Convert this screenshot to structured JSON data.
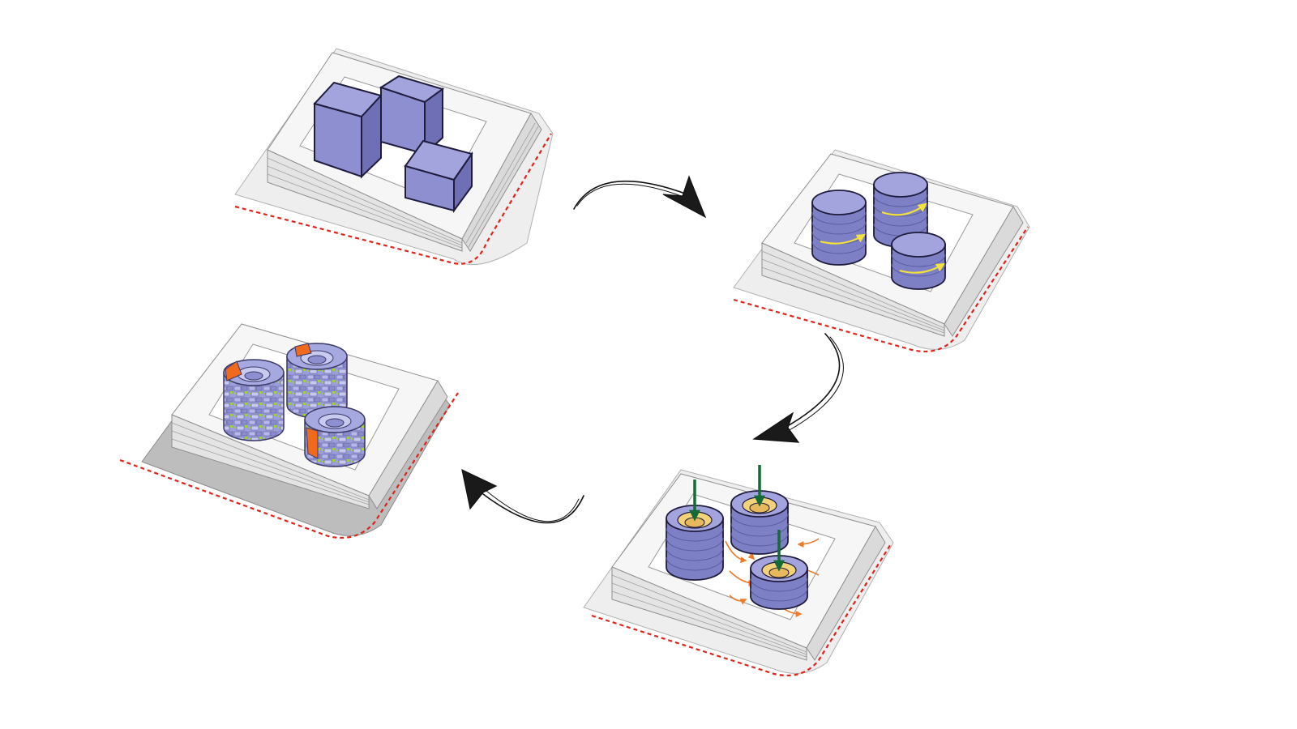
{
  "diagram": {
    "type": "architectural-massing-sequence",
    "steps": [
      {
        "step": 1,
        "massing": "boxes",
        "volume_count": 3
      },
      {
        "step": 2,
        "massing": "cylinders",
        "volume_count": 3,
        "annotation": "rotation-arrows"
      },
      {
        "step": 3,
        "massing": "hollow-cylinders",
        "volume_count": 3,
        "annotation": "downward-arrows-and-flow-arrows"
      },
      {
        "step": 4,
        "massing": "modular-cylinders",
        "volume_count": 3,
        "annotation": "facade-modules"
      }
    ],
    "flow": [
      "1 → 2",
      "2 → 3",
      "3 → 4"
    ],
    "colors": {
      "volume": "#8E8FD1",
      "volume_side": "#6E6FB5",
      "volume_edge": "#1F1C3D",
      "base": "#F1F1F1",
      "base_edge": "#9C9C9C",
      "site_boundary": "#E2231A",
      "rotation_arrow": "#F4E23A",
      "down_arrow": "#146B35",
      "flow_arrow": "#F07A2A",
      "core": "#F3D27A",
      "module_accent": "#9FD23A",
      "highlight": "#F06A1E",
      "dark_base": "#BDBDBD"
    },
    "icons": [
      "sketch-curved-arrow-icon",
      "down-arrow-icon",
      "rotation-arrow-icon"
    ]
  }
}
